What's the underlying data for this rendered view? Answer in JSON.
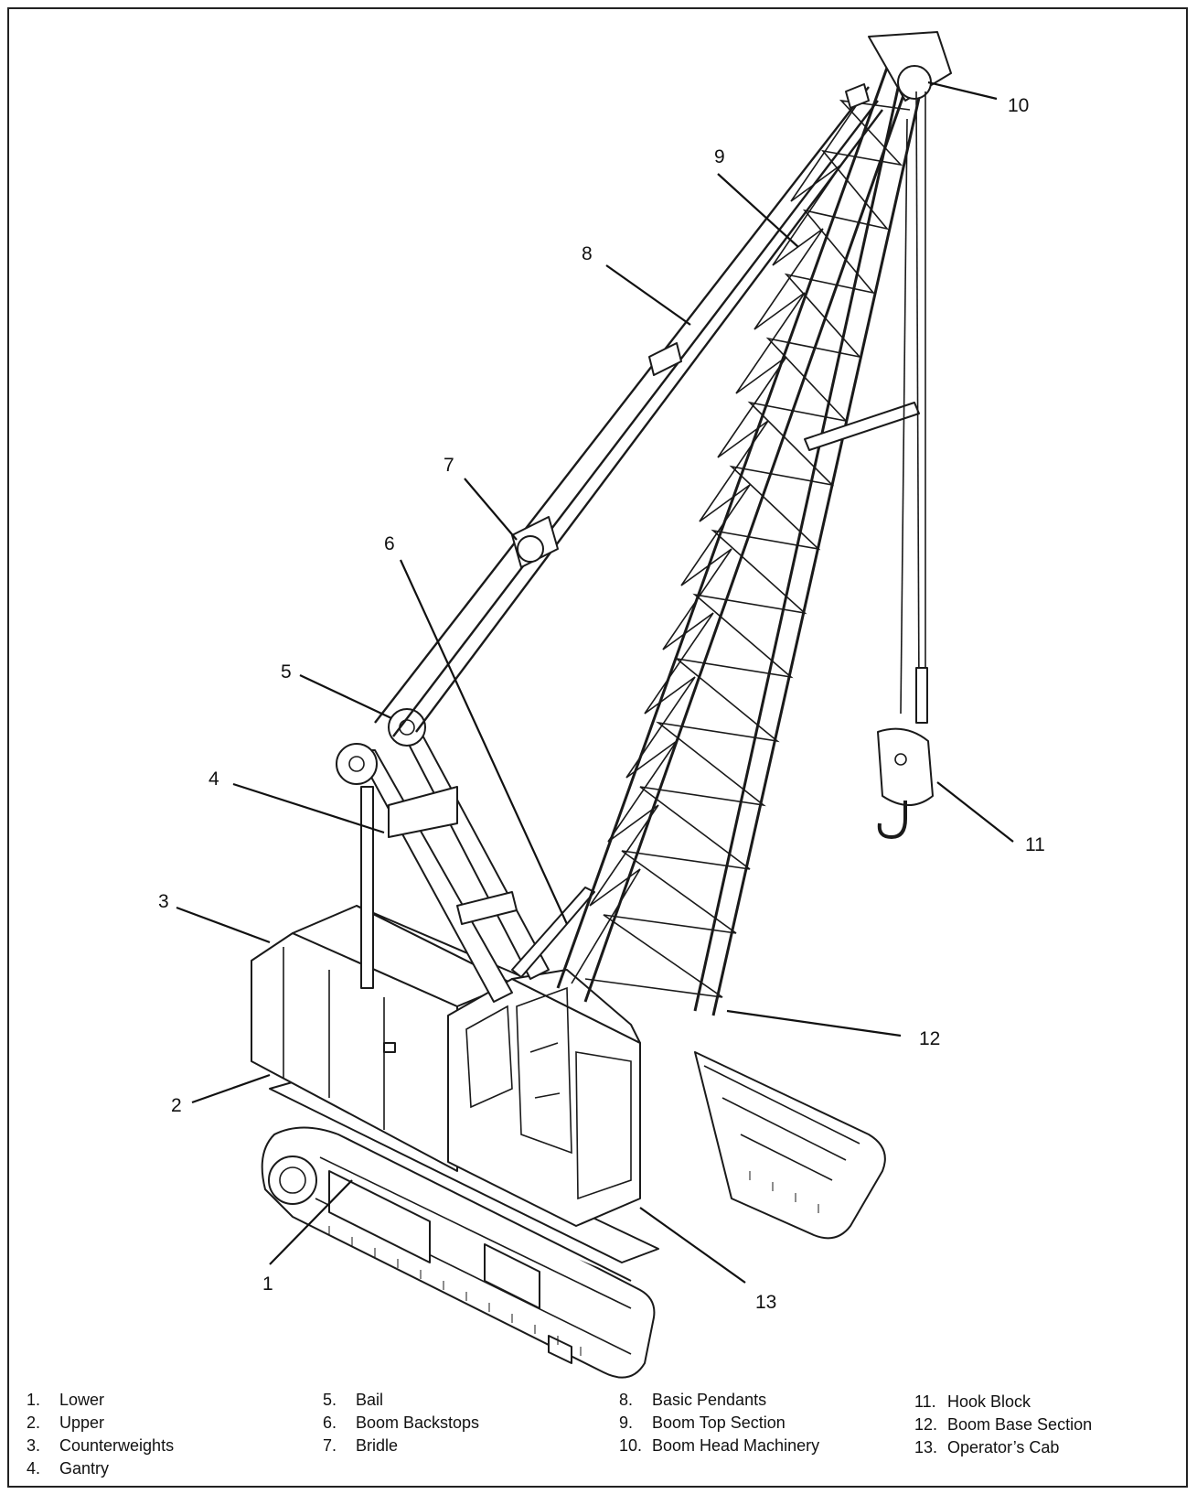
{
  "callouts": [
    {
      "n": "1"
    },
    {
      "n": "2"
    },
    {
      "n": "3"
    },
    {
      "n": "4"
    },
    {
      "n": "5"
    },
    {
      "n": "6"
    },
    {
      "n": "7"
    },
    {
      "n": "8"
    },
    {
      "n": "9"
    },
    {
      "n": "10"
    },
    {
      "n": "11"
    },
    {
      "n": "12"
    },
    {
      "n": "13"
    }
  ],
  "legend": [
    [
      {
        "num": "1.",
        "label": "Lower"
      },
      {
        "num": "2.",
        "label": "Upper"
      },
      {
        "num": "3.",
        "label": "Counterweights"
      },
      {
        "num": "4.",
        "label": "Gantry"
      }
    ],
    [
      {
        "num": "5.",
        "label": "Bail"
      },
      {
        "num": "6.",
        "label": "Boom Backstops"
      },
      {
        "num": "7.",
        "label": "Bridle"
      }
    ],
    [
      {
        "num": "8.",
        "label": "Basic Pendants"
      },
      {
        "num": "9.",
        "label": "Boom Top Section"
      },
      {
        "num": "10.",
        "label": "Boom Head Machinery"
      }
    ],
    [
      {
        "num": "11.",
        "label": "Hook Block"
      },
      {
        "num": "12.",
        "label": "Boom Base Section"
      },
      {
        "num": "13.",
        "label": "Operator’s Cab"
      }
    ]
  ]
}
